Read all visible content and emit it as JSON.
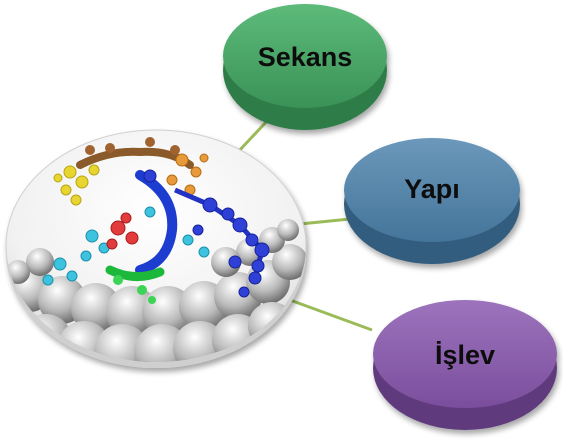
{
  "diagram": {
    "nodes": [
      {
        "id": "sekans",
        "label": "Sekans",
        "color": "#3f9e5f"
      },
      {
        "id": "yapi",
        "label": "Yapı",
        "color": "#4d7ea3"
      },
      {
        "id": "islev",
        "label": "İşlev",
        "color": "#8758a8"
      }
    ],
    "connector_color": "#9bbb59",
    "center_image": "protein-structure-molecule-image"
  }
}
